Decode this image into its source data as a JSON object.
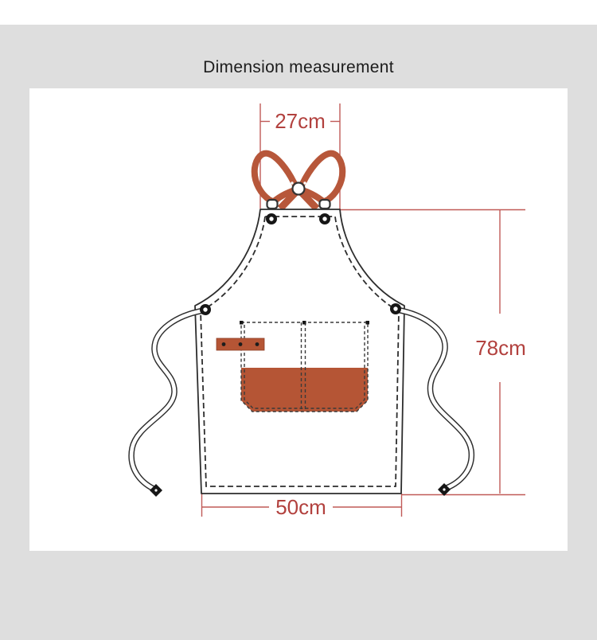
{
  "title": {
    "text": "Dimension measurement"
  },
  "apron_diagram": {
    "description": "line drawing of a cross-back apron with crossed shoulder straps, chest-to-hem body, waist ties and a two-tone front pocket",
    "dimensions": {
      "top_width": {
        "label": "27cm"
      },
      "height": {
        "label": "78cm"
      },
      "bottom_width": {
        "label": "50cm"
      }
    },
    "colors": {
      "strap_accent": "#b7573a",
      "pocket_accent": "#b55535",
      "dimension_red": "#b2413e",
      "outline_dark": "#2d2d2d",
      "background_gray": "#dedede"
    }
  }
}
